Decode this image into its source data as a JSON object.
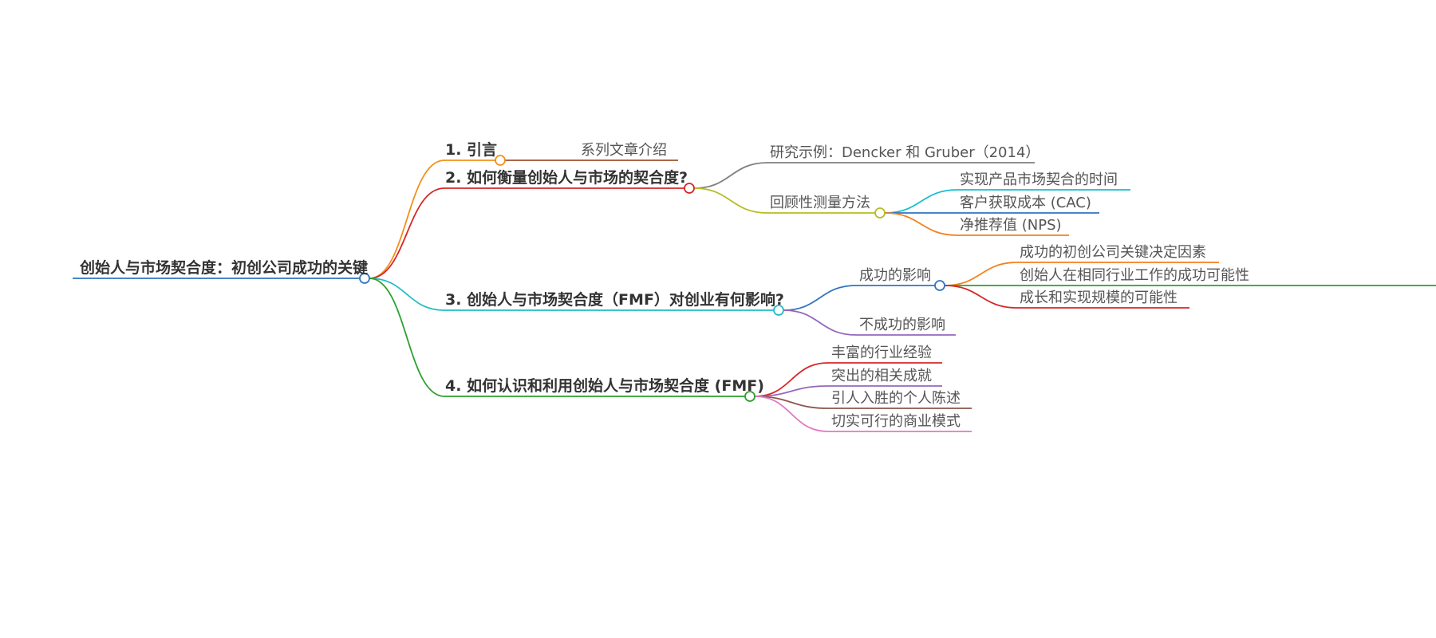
{
  "root": {
    "label": "创始人与市场契合度：初创公司成功的关键",
    "color": "#2f74c0"
  },
  "branches": [
    {
      "label": "1. 引言",
      "color": "#f39019",
      "children": [
        {
          "label": "系列文章介绍",
          "color": "#a0522d",
          "children": []
        }
      ]
    },
    {
      "label": "2. 如何衡量创始人与市场的契合度?",
      "color": "#d62728",
      "children": [
        {
          "label": "研究示例：Dencker 和 Gruber（2014）",
          "color": "#7f7f7f",
          "children": []
        },
        {
          "label": "回顾性测量方法",
          "color": "#b5bd21",
          "children": [
            {
              "label": "实现产品市场契合的时间",
              "color": "#17becf"
            },
            {
              "label": "客户获取成本 (CAC)",
              "color": "#2f74c0"
            },
            {
              "label": "净推荐值 (NPS)",
              "color": "#f5811f"
            }
          ]
        }
      ]
    },
    {
      "label": "3. 创始人与市场契合度（FMF）对创业有何影响?",
      "color": "#1fbdc6",
      "children": [
        {
          "label": "成功的影响",
          "color": "#2f74c0",
          "children": [
            {
              "label": "成功的初创公司关键决定因素",
              "color": "#f5811f"
            },
            {
              "label": "创始人在相同行业工作的成功可能性",
              "color": "#2ca02c"
            },
            {
              "label": "成长和实现规模的可能性",
              "color": "#d62728"
            }
          ]
        },
        {
          "label": "不成功的影响",
          "color": "#9467bd",
          "children": []
        }
      ]
    },
    {
      "label": "4. 如何认识和利用创始人与市场契合度 (FMF)",
      "color": "#2ca02c",
      "children": [
        {
          "label": "丰富的行业经验",
          "color": "#d62728",
          "children": []
        },
        {
          "label": "突出的相关成就",
          "color": "#9467bd",
          "children": []
        },
        {
          "label": "引人入胜的个人陈述",
          "color": "#8c564b",
          "children": []
        },
        {
          "label": "切实可行的商业模式",
          "color": "#e377c2",
          "children": []
        }
      ]
    }
  ]
}
